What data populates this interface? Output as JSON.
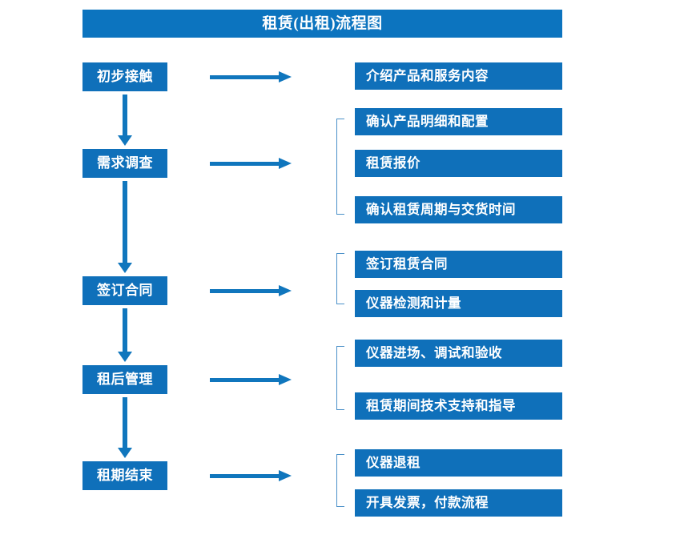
{
  "document": {
    "title": "租赁(出租)流程图"
  },
  "stages": [
    {
      "id": "initial-contact",
      "label": "初步接触"
    },
    {
      "id": "needs-survey",
      "label": "需求调查"
    },
    {
      "id": "sign-contract",
      "label": "签订合同"
    },
    {
      "id": "post-rent-mgmt",
      "label": "租后管理"
    },
    {
      "id": "lease-end",
      "label": "租期结束"
    }
  ],
  "details": [
    {
      "id": "detail-1",
      "label": "介绍产品和服务内容"
    },
    {
      "id": "detail-2",
      "label": "确认产品明细和配置"
    },
    {
      "id": "detail-3",
      "label": "租赁报价"
    },
    {
      "id": "detail-4",
      "label": "确认租赁周期与交货时间"
    },
    {
      "id": "detail-5",
      "label": "签订租赁合同"
    },
    {
      "id": "detail-6",
      "label": "仪器检测和计量"
    },
    {
      "id": "detail-7",
      "label": "仪器进场、调试和验收"
    },
    {
      "id": "detail-8",
      "label": "租赁期间技术支持和指导"
    },
    {
      "id": "detail-9",
      "label": "仪器退租"
    },
    {
      "id": "detail-10",
      "label": "开具发票，付款流程"
    }
  ],
  "colors": {
    "title_bar": "#0c74bf",
    "box_fill": "#0f70ba",
    "box_text": "#ffffff",
    "arrow": "#1076bd",
    "bracket": "#4a90c8",
    "background": "#ffffff"
  }
}
